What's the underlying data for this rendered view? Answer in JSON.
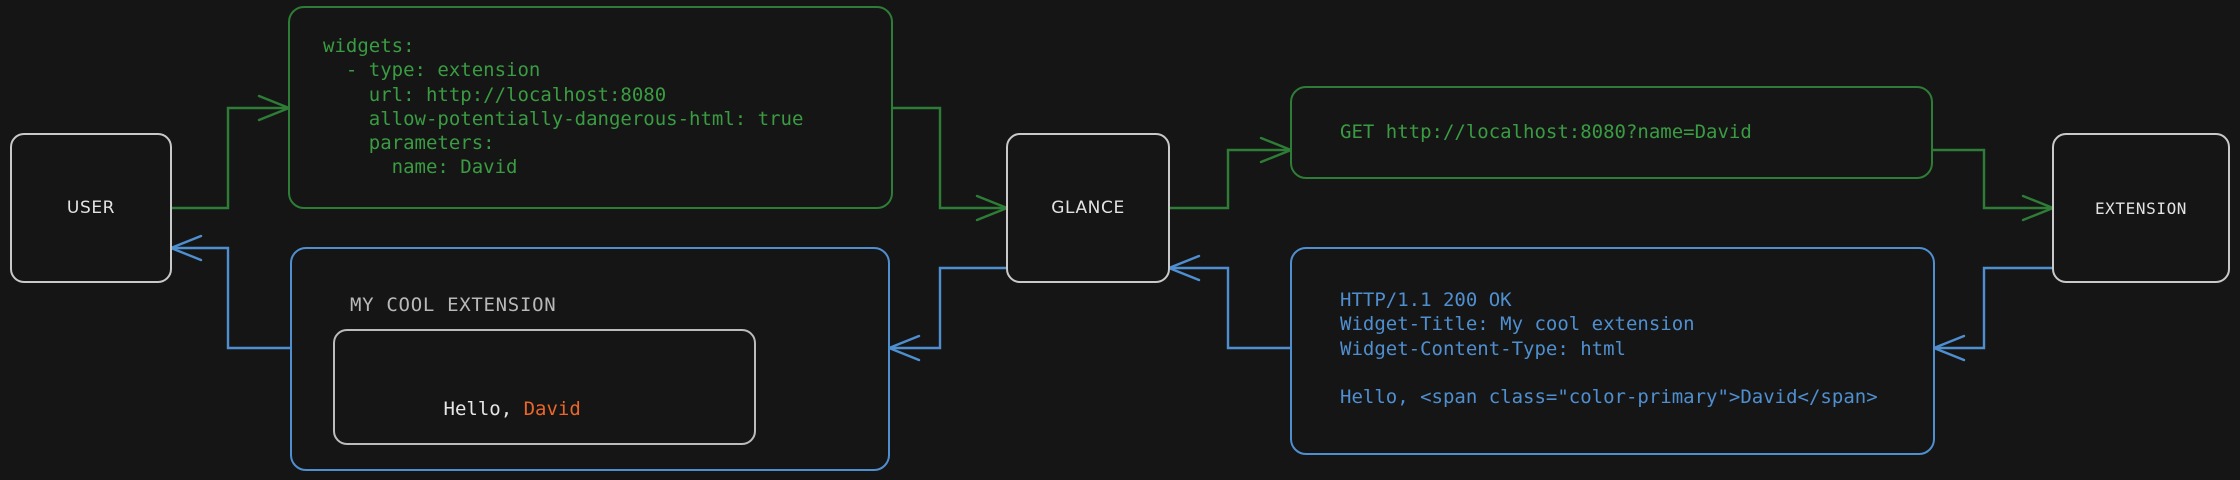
{
  "theme": {
    "background": "#151515",
    "request_color": "#3a9c42",
    "request_border": "#2e7d36",
    "response_color": "#4f8fd0",
    "node_border": "#c9c9c9",
    "node_text": "#e3e3e3",
    "accent_primary": "#ea6629"
  },
  "nodes": {
    "user": "USER",
    "glance": "GLANCE",
    "extension": "EXTENSION"
  },
  "messages": {
    "config_yaml": "widgets:\n  - type: extension\n    url: http://localhost:8080\n    allow-potentially-dangerous-html: true\n    parameters:\n      name: David",
    "http_request": "GET http://localhost:8080?name=David",
    "http_response": "HTTP/1.1 200 OK\nWidget-Title: My cool extension\nWidget-Content-Type: html\n\nHello, <span class=\"color-primary\">David</span>"
  },
  "widget_preview": {
    "title": "MY COOL EXTENSION",
    "greeting_prefix": "Hello, ",
    "name": "David"
  }
}
